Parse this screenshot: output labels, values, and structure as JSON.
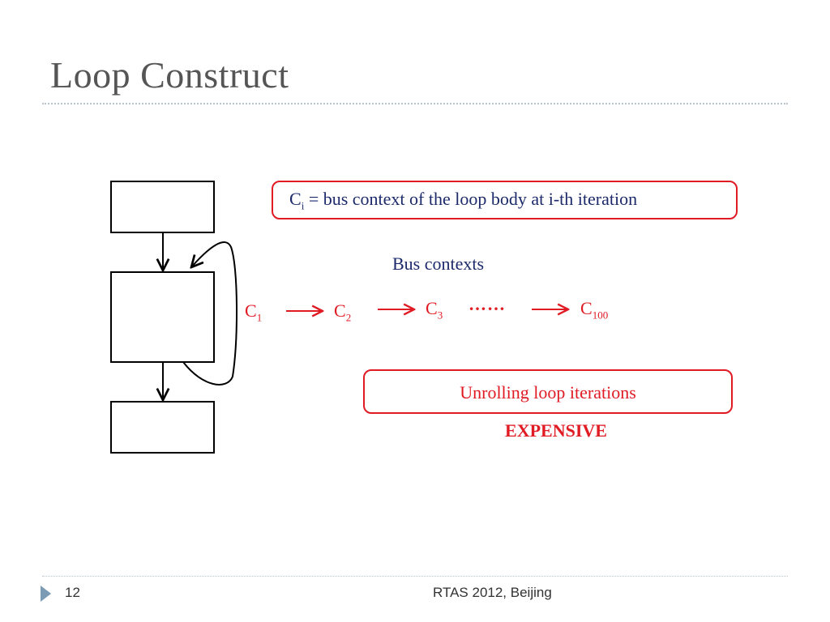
{
  "slide": {
    "title": "Loop Construct",
    "page_number": "12",
    "footer": "RTAS 2012, Beijing"
  },
  "definition": {
    "symbol": "C",
    "subscript": "i",
    "text": " = bus context of the loop body at i-th iteration"
  },
  "bus_contexts": {
    "label": "Bus contexts",
    "items": [
      {
        "symbol": "C",
        "subscript": "1"
      },
      {
        "symbol": "C",
        "subscript": "2"
      },
      {
        "symbol": "C",
        "subscript": "3"
      },
      {
        "symbol": "C",
        "subscript": "100"
      }
    ],
    "ellipsis": "……"
  },
  "unrolling": {
    "label": "Unrolling loop iterations",
    "cost": "EXPENSIVE"
  },
  "colors": {
    "accent_red": "#e01b24",
    "text_navy": "#1c2a6b",
    "title_gray": "#555555"
  }
}
